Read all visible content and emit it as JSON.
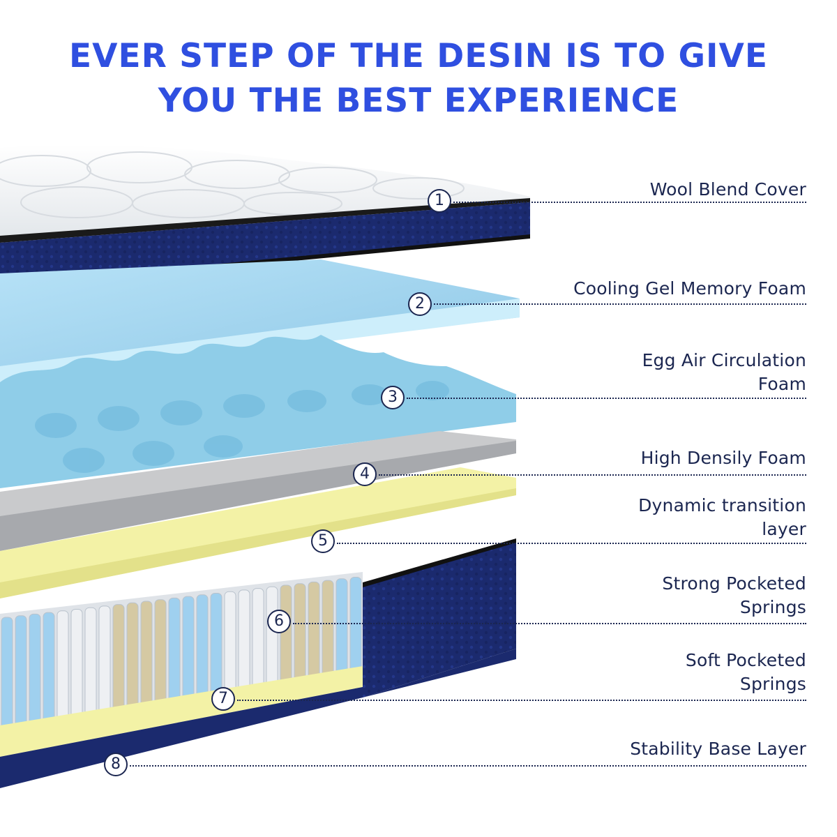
{
  "headline": {
    "line1": "EVER STEP OF THE DESIN IS TO GIVE",
    "line2": "YOU THE BEST EXPERIENCE"
  },
  "colors": {
    "headline": "#2f4fe0",
    "label_text": "#1b2650",
    "navy_fabric": "#1b2a6e",
    "cooling_gel": "#a9dbf3",
    "egg_foam": "#8fcde8",
    "high_density": "#c9cacc",
    "transition_layer": "#f3f2a6",
    "spring_blue": "#9fd0ef",
    "spring_white": "#eef0f3",
    "spring_tan": "#d5c9a3"
  },
  "layers": [
    {
      "number": "1",
      "label": [
        "Wool Blend Cover"
      ]
    },
    {
      "number": "2",
      "label": [
        "Cooling Gel Memory Foam"
      ]
    },
    {
      "number": "3",
      "label": [
        "Egg Air Circulation",
        "Foam"
      ]
    },
    {
      "number": "4",
      "label": [
        "High Densily Foam"
      ]
    },
    {
      "number": "",
      "label": [
        "Dynamic transition",
        "layer"
      ]
    },
    {
      "number": "5",
      "label": [
        "Strong Pocketed",
        "Springs"
      ]
    },
    {
      "number": "6",
      "label": [
        "Soft Pocketed",
        "Springs"
      ]
    },
    {
      "number": "7",
      "label": []
    },
    {
      "number": "8",
      "label": [
        "Stability Base Layer"
      ]
    }
  ]
}
